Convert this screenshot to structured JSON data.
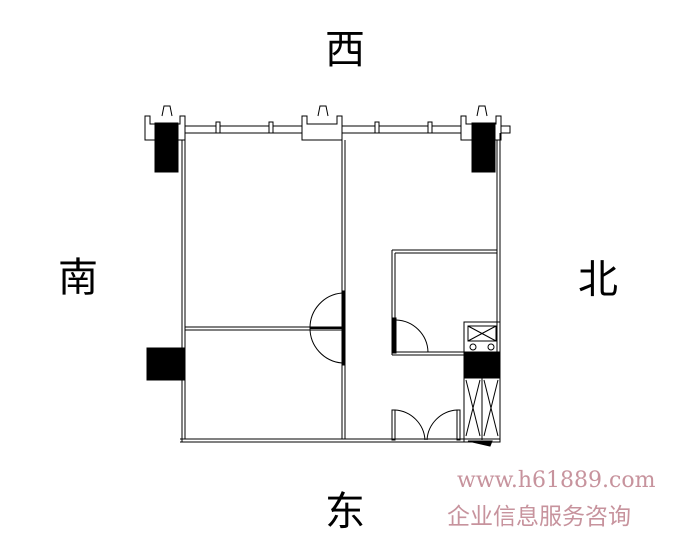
{
  "directions": {
    "west": "西",
    "south": "南",
    "north": "北",
    "east": "东"
  },
  "watermark": {
    "url": "www.h61889.com",
    "tagline": "企业信息服务咨询",
    "color": "#c7939d"
  }
}
